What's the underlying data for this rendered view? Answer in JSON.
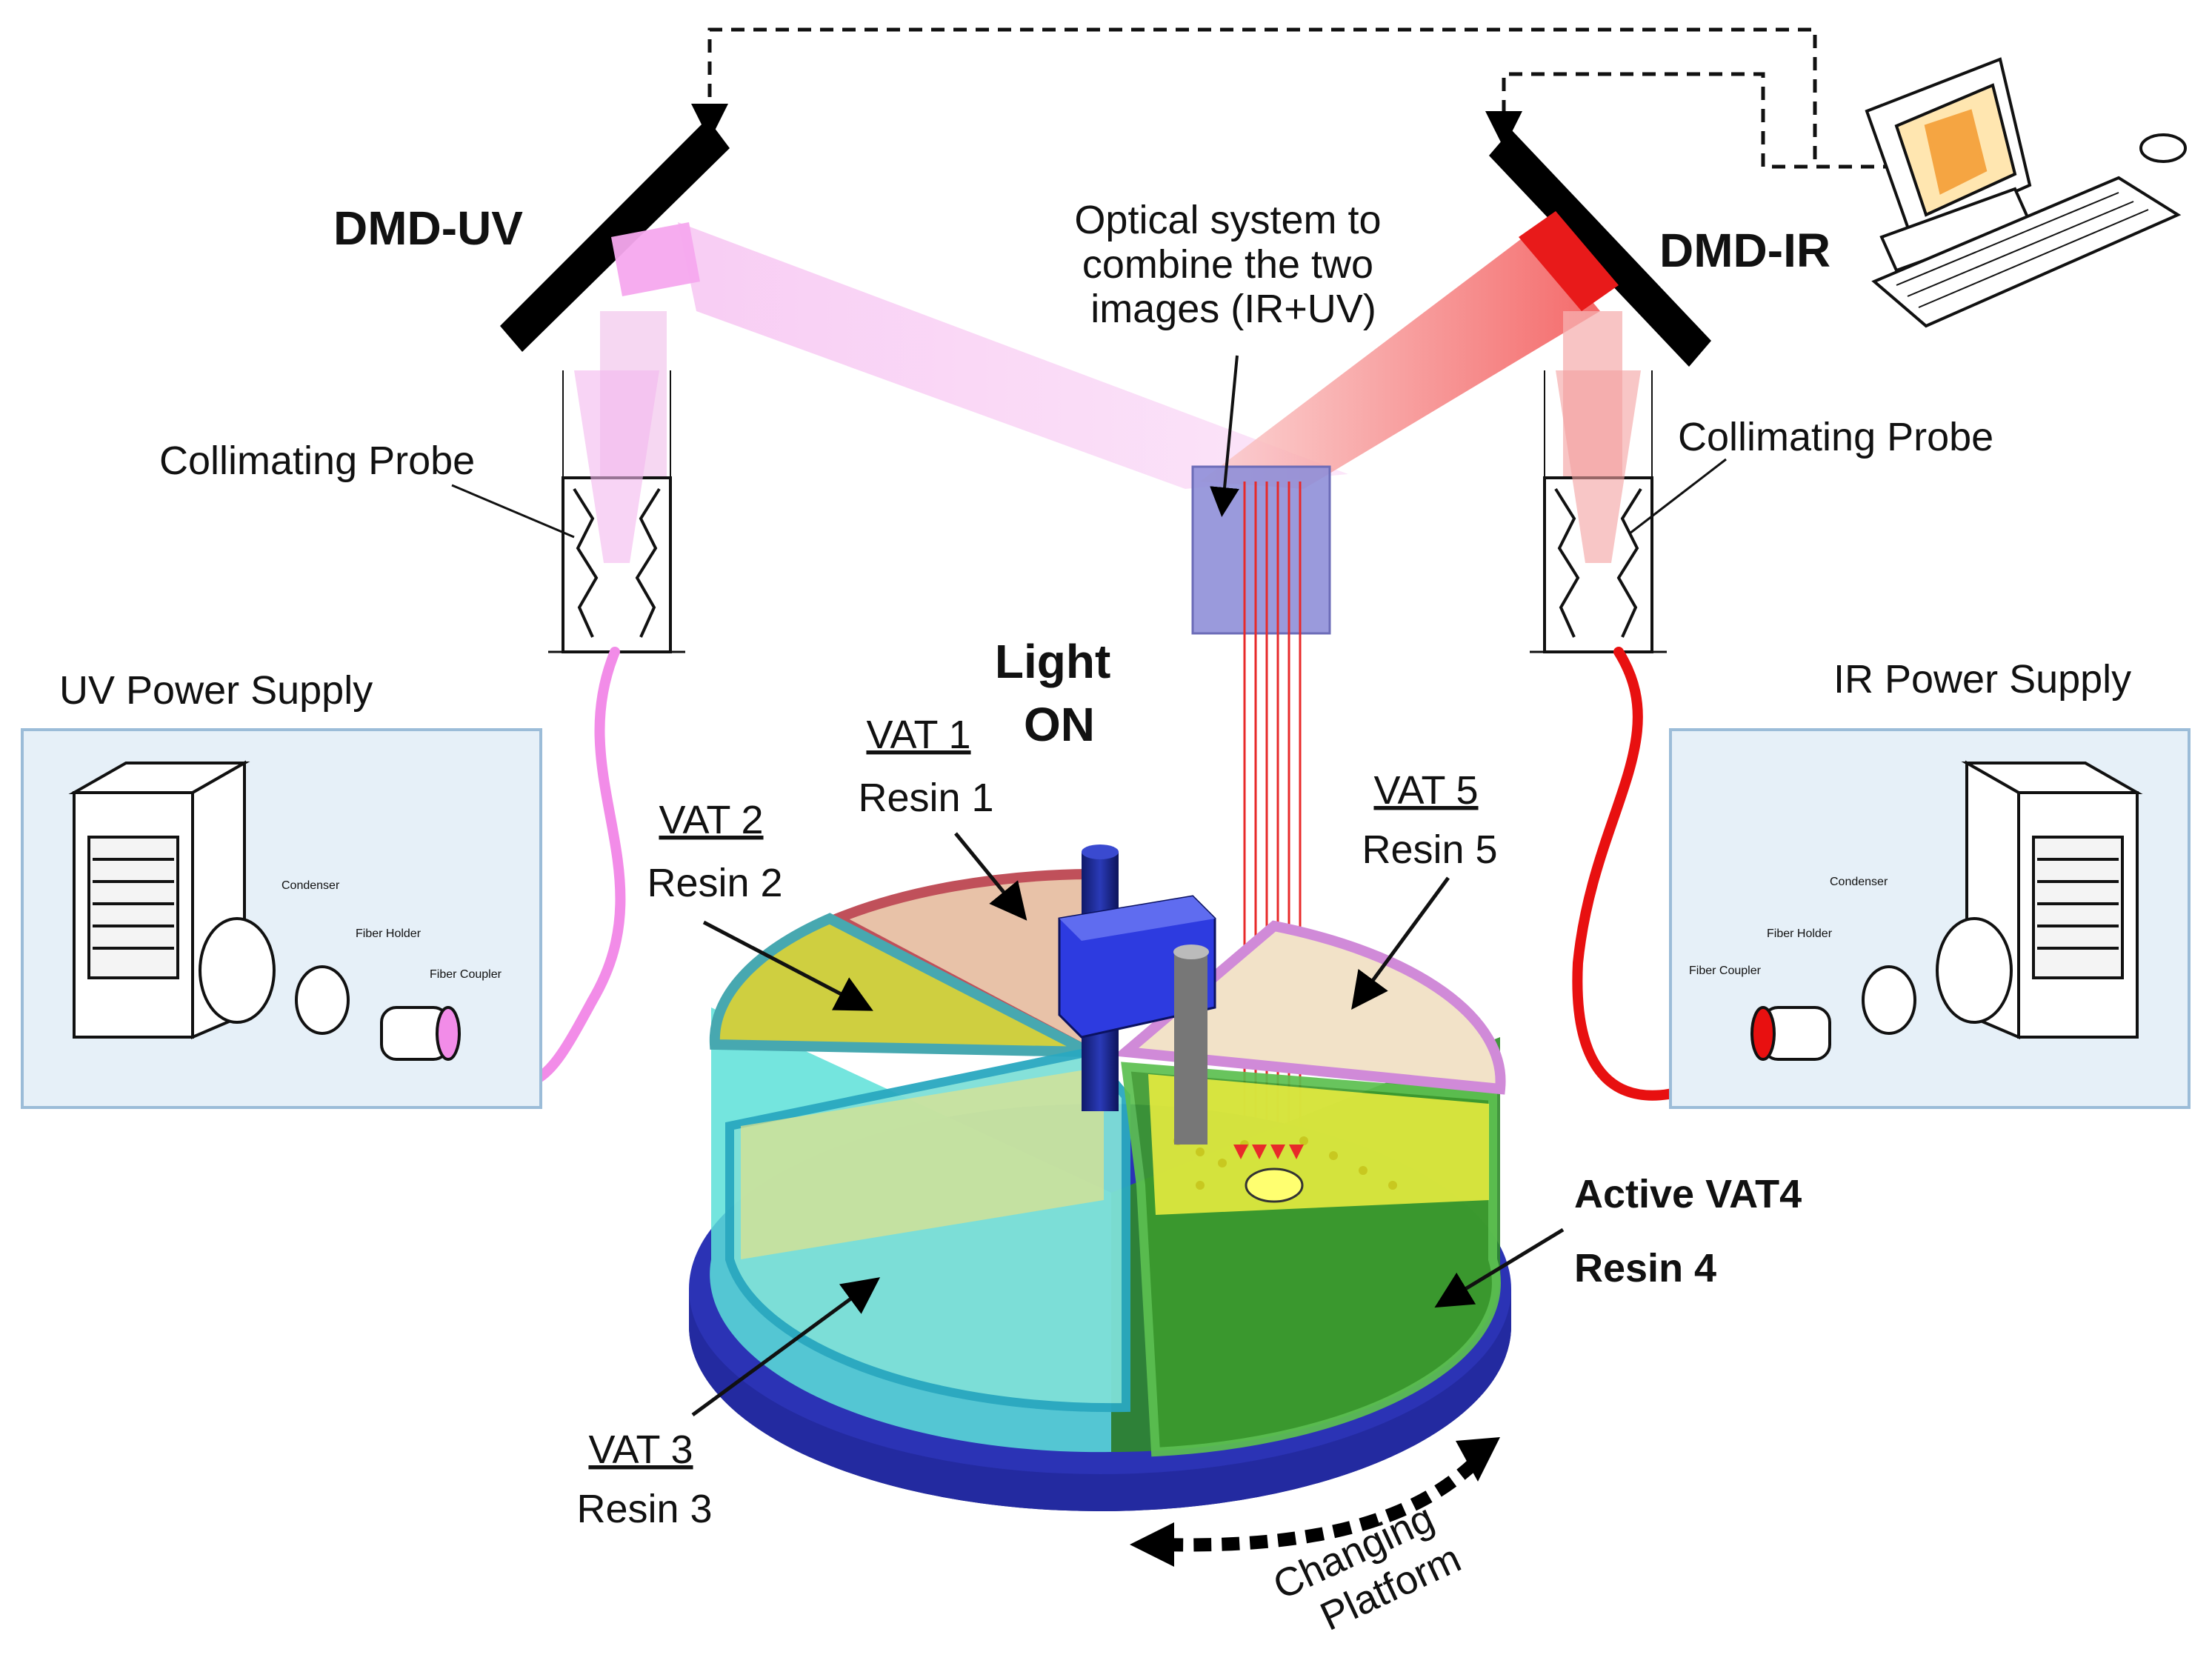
{
  "labels": {
    "dmd_uv": "DMD-UV",
    "dmd_ir": "DMD-IR",
    "optical_system": [
      "Optical system to",
      "combine the two",
      "images (IR+UV)"
    ],
    "collimating_probe_left": "Collimating Probe",
    "collimating_probe_right": "Collimating Probe",
    "uv_power_supply": "UV Power Supply",
    "ir_power_supply": "IR Power Supply",
    "light_on": [
      "Light",
      "ON"
    ],
    "vat1": {
      "vat": "VAT 1",
      "resin": "Resin 1"
    },
    "vat2": {
      "vat": "VAT 2",
      "resin": "Resin 2"
    },
    "vat3": {
      "vat": "VAT 3",
      "resin": "Resin 3"
    },
    "vat5": {
      "vat": "VAT 5",
      "resin": "Resin 5"
    },
    "vat4": {
      "vat": "Active VAT4",
      "resin": "Resin 4"
    },
    "changing_platform": [
      "Changing",
      "Platform"
    ],
    "supply_parts_left": [
      "Condenser",
      "Fiber Holder",
      "Fiber Coupler"
    ],
    "supply_parts_right": [
      "Condenser",
      "Fiber Holder",
      "Fiber Coupler"
    ]
  },
  "colors": {
    "uv_beam": "#f5b8f0",
    "ir_beam": "#f05a5a",
    "uv_fiber": "#f28ce8",
    "ir_fiber": "#e81010",
    "optical_cube": "#8c8cd4",
    "panel_bg": "#e6f0f8",
    "panel_border": "#9bbcd8"
  }
}
